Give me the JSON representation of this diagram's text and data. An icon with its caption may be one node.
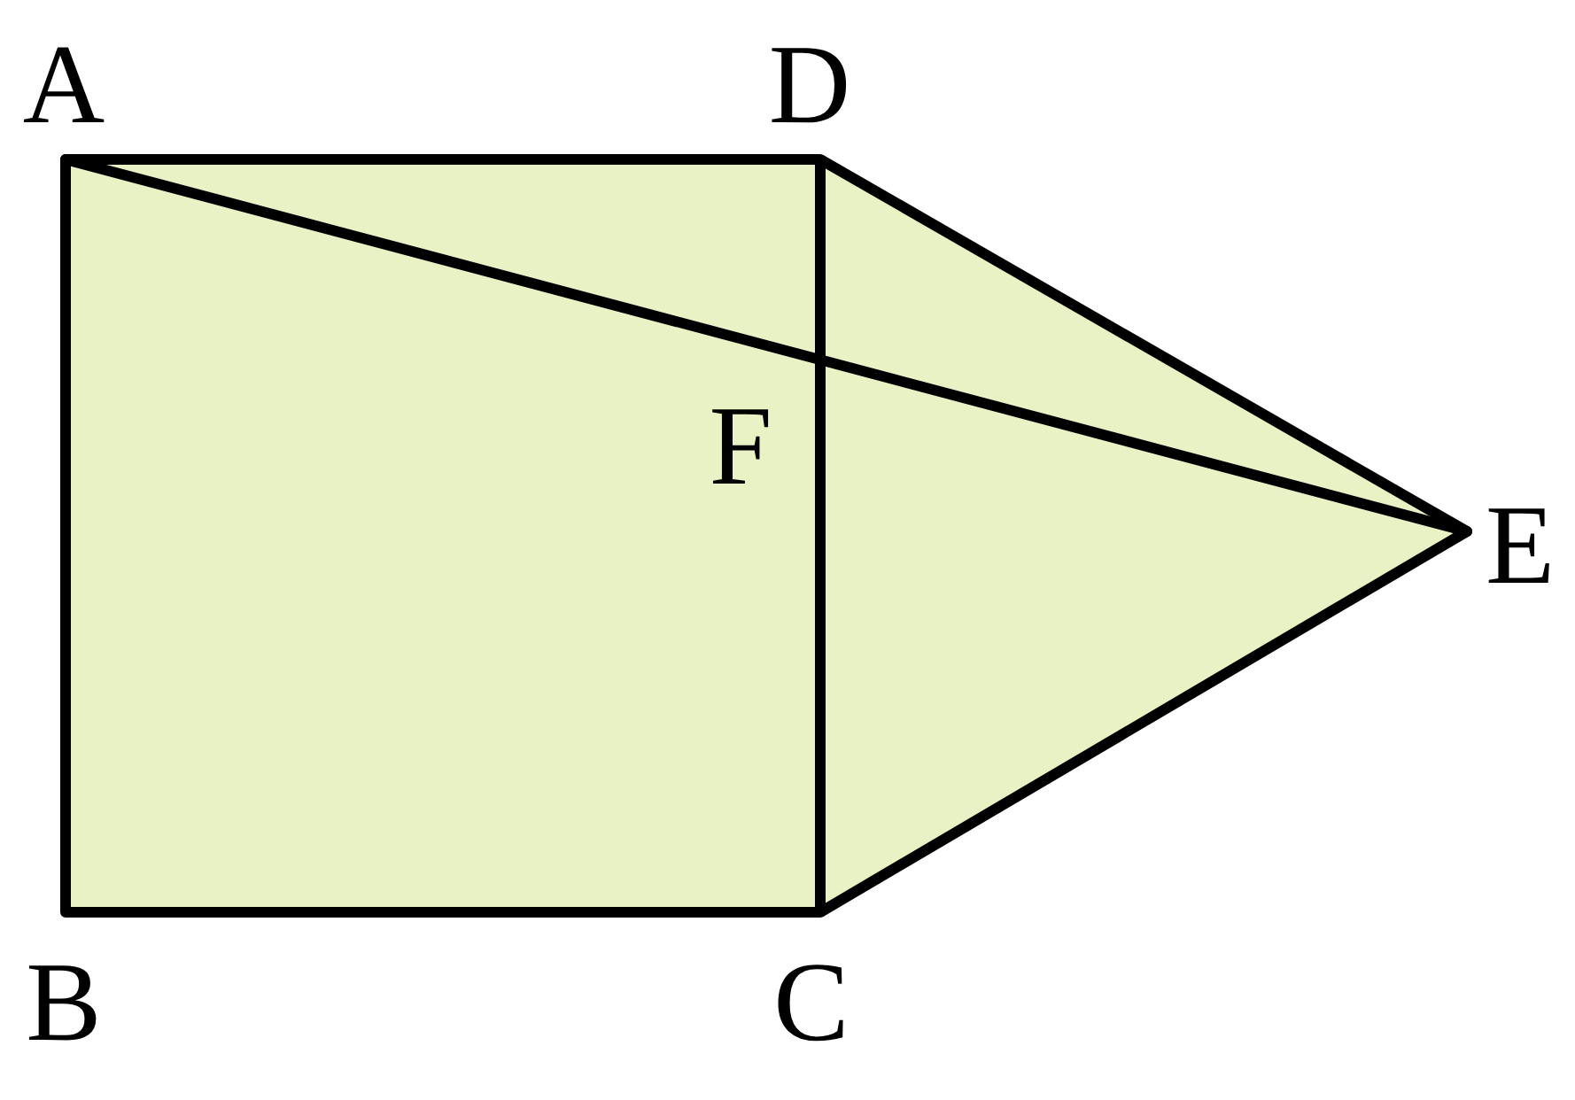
{
  "diagram": {
    "labels": [
      "A",
      "D",
      "F",
      "E",
      "B",
      "C"
    ]
  }
}
